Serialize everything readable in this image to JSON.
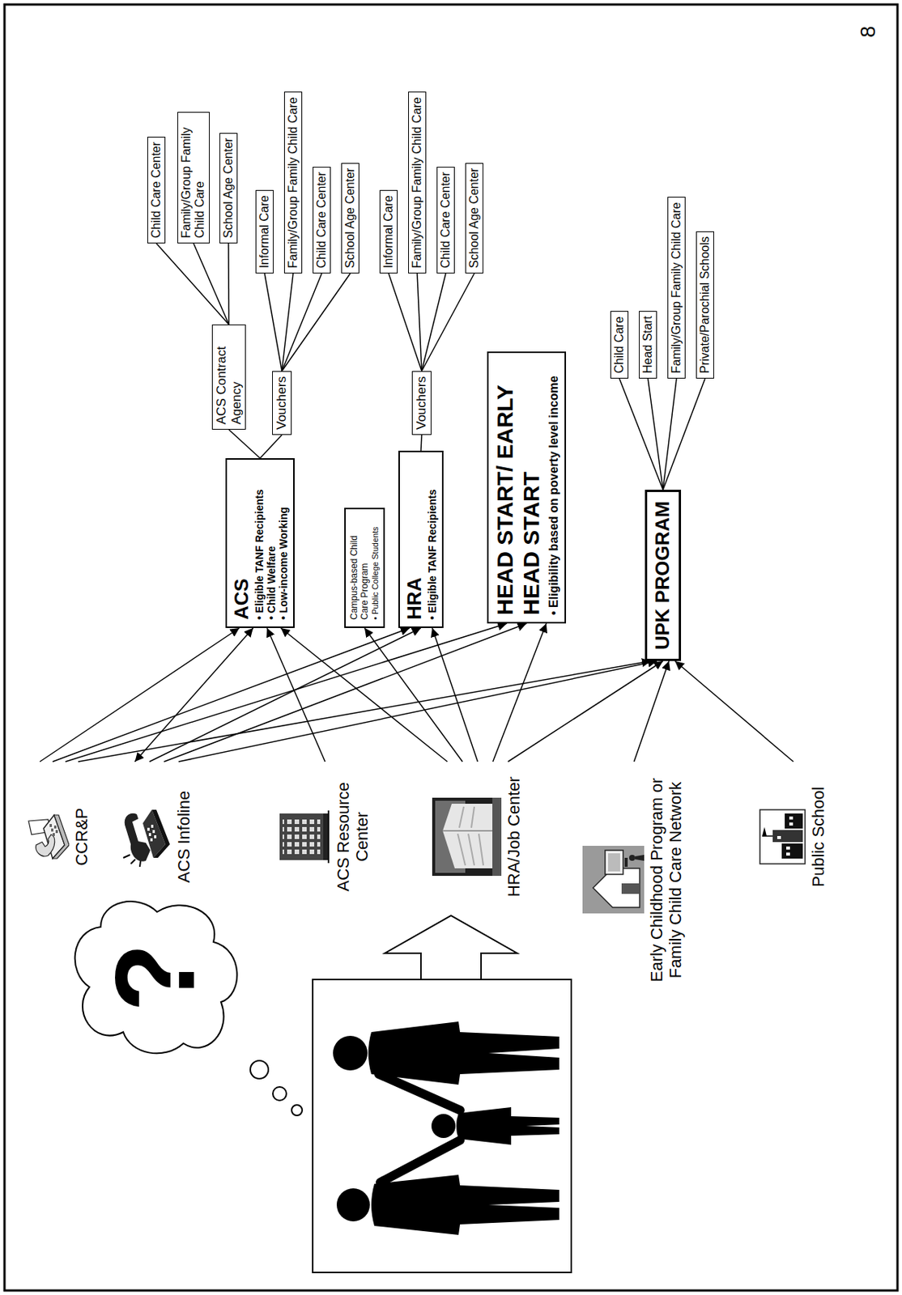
{
  "diagram": {
    "nodes": [
      {
        "text": [
          "?"
        ]
      },
      {
        "text": [
          "CCR&P"
        ]
      },
      {
        "text": [
          "ACS Infoline"
        ]
      },
      {
        "text": [
          "ACS Resource Center"
        ]
      },
      {
        "text": [
          "HRA/Job Center"
        ]
      },
      {
        "text": [
          "Early Childhood Program or Family Child Care Network"
        ]
      },
      {
        "text": [
          "Public School"
        ]
      },
      {
        "text": [
          "ACS",
          "• Eligible TANF Recipients",
          "• Child Welfare",
          "• Low-income Working"
        ]
      },
      {
        "text": [
          "Campus-based Child Care Program",
          "• Public College Students"
        ]
      },
      {
        "text": [
          "HRA",
          "• Eligible TANF Recipients"
        ]
      },
      {
        "text": [
          "HEAD START/ EARLY HEAD START",
          "• Eligibility based on poverty level income"
        ]
      },
      {
        "text": [
          "UPK PROGRAM"
        ]
      },
      {
        "text": [
          "ACS Contract Agency"
        ]
      },
      {
        "text": [
          "Vouchers"
        ]
      },
      {
        "text": [
          "Vouchers"
        ]
      },
      {
        "text": [
          "Child Care Center"
        ]
      },
      {
        "text": [
          "Family/Group Family Child Care"
        ]
      },
      {
        "text": [
          "School Age Center"
        ]
      },
      {
        "text": [
          "Informal Care"
        ]
      },
      {
        "text": [
          "Family/Group Family Child Care"
        ]
      },
      {
        "text": [
          "Child Care Center"
        ]
      },
      {
        "text": [
          "School Age Center"
        ]
      },
      {
        "text": [
          "Informal Care"
        ]
      },
      {
        "text": [
          "Family/Group Family Child Care"
        ]
      },
      {
        "text": [
          "Child Care Center"
        ]
      },
      {
        "text": [
          "School Age Center"
        ]
      },
      {
        "text": [
          "Child Care"
        ]
      },
      {
        "text": [
          "Head Start"
        ]
      },
      {
        "text": [
          "Family/Group Family Child Care"
        ]
      },
      {
        "text": [
          "Private/Parochial Schools"
        ]
      }
    ],
    "edges": [
      {
        "from": 1,
        "to": 7,
        "arrow": "to"
      },
      {
        "from": 1,
        "to": 9,
        "arrow": "to"
      },
      {
        "from": 1,
        "to": 10,
        "arrow": "to"
      },
      {
        "from": 1,
        "to": 11,
        "arrow": "to"
      },
      {
        "from": 2,
        "to": 7,
        "arrow": "both"
      },
      {
        "from": 2,
        "to": 9,
        "arrow": "to"
      },
      {
        "from": 2,
        "to": 10,
        "arrow": "to"
      },
      {
        "from": 2,
        "to": 11,
        "arrow": "to"
      },
      {
        "from": 3,
        "to": 7,
        "arrow": "to"
      },
      {
        "from": 4,
        "to": 7,
        "arrow": "to"
      },
      {
        "from": 4,
        "to": 8,
        "arrow": "to"
      },
      {
        "from": 4,
        "to": 9,
        "arrow": "to"
      },
      {
        "from": 4,
        "to": 10,
        "arrow": "to"
      },
      {
        "from": 4,
        "to": 11,
        "arrow": "to"
      },
      {
        "from": 5,
        "to": 11,
        "arrow": "to"
      },
      {
        "from": 6,
        "to": 11,
        "arrow": "to"
      },
      {
        "from": 7,
        "to": 12,
        "arrow": "none"
      },
      {
        "from": 7,
        "to": 13,
        "arrow": "none"
      },
      {
        "from": 9,
        "to": 14,
        "arrow": "none"
      },
      {
        "from": 12,
        "to": 15,
        "arrow": "none"
      },
      {
        "from": 12,
        "to": 16,
        "arrow": "none"
      },
      {
        "from": 12,
        "to": 17,
        "arrow": "none"
      },
      {
        "from": 13,
        "to": 18,
        "arrow": "none"
      },
      {
        "from": 13,
        "to": 19,
        "arrow": "none"
      },
      {
        "from": 13,
        "to": 20,
        "arrow": "none"
      },
      {
        "from": 13,
        "to": 21,
        "arrow": "none"
      },
      {
        "from": 14,
        "to": 22,
        "arrow": "none"
      },
      {
        "from": 14,
        "to": 23,
        "arrow": "none"
      },
      {
        "from": 14,
        "to": 24,
        "arrow": "none"
      },
      {
        "from": 14,
        "to": 25,
        "arrow": "none"
      },
      {
        "from": 11,
        "to": 26,
        "arrow": "none"
      },
      {
        "from": 11,
        "to": 27,
        "arrow": "none"
      },
      {
        "from": 11,
        "to": 28,
        "arrow": "none"
      },
      {
        "from": 11,
        "to": 29,
        "arrow": "none"
      }
    ],
    "labels": [
      "8"
    ]
  }
}
